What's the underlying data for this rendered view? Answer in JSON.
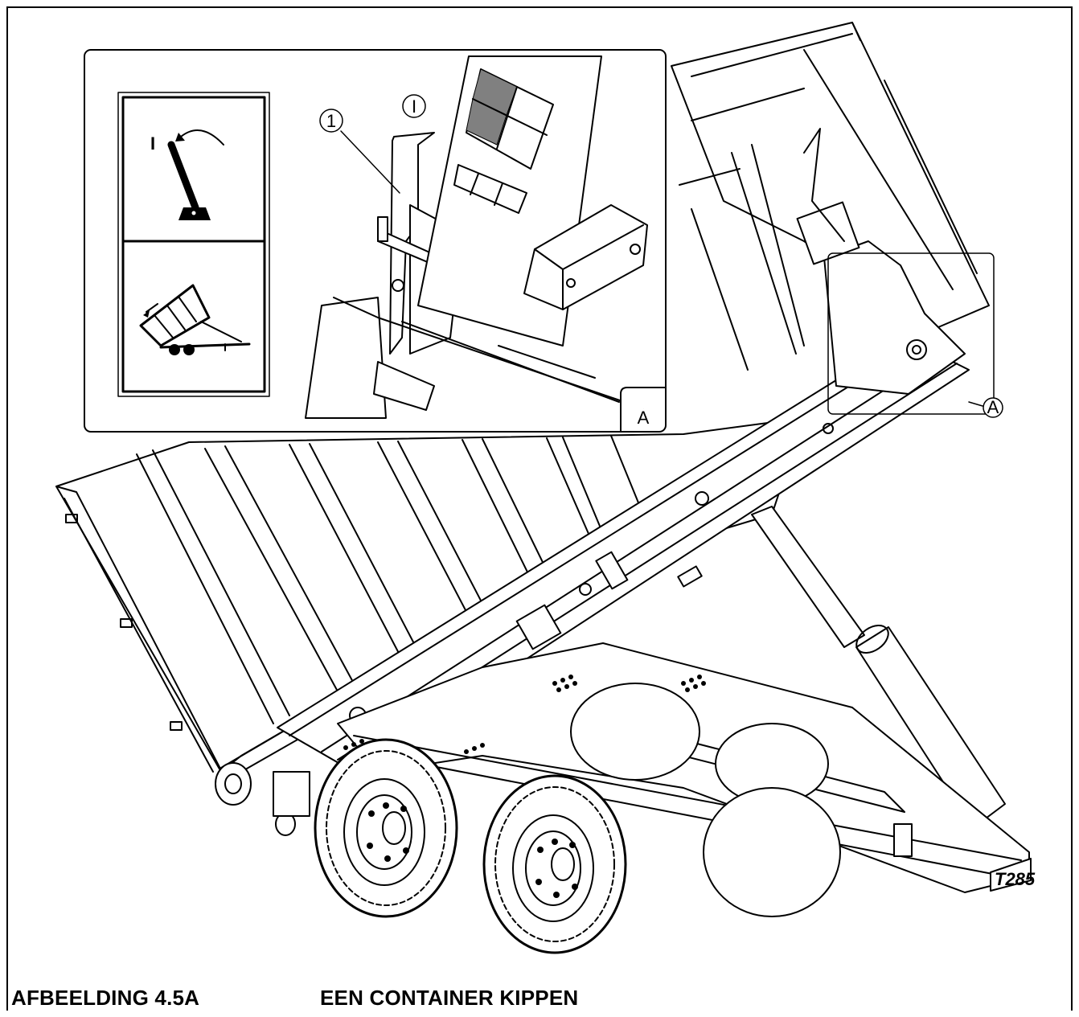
{
  "caption": {
    "figure_number": "AFBEELDING 4.5A",
    "title": "EEN CONTAINER KIPPEN"
  },
  "callouts": {
    "part_1": "1",
    "position_I": "I",
    "detail_marker": "A",
    "detail_box_label": "A",
    "decal_position": "I",
    "model_plate": "T285"
  },
  "colors": {
    "line": "#000000",
    "panel_fill": "#808080",
    "background": "#ffffff"
  }
}
